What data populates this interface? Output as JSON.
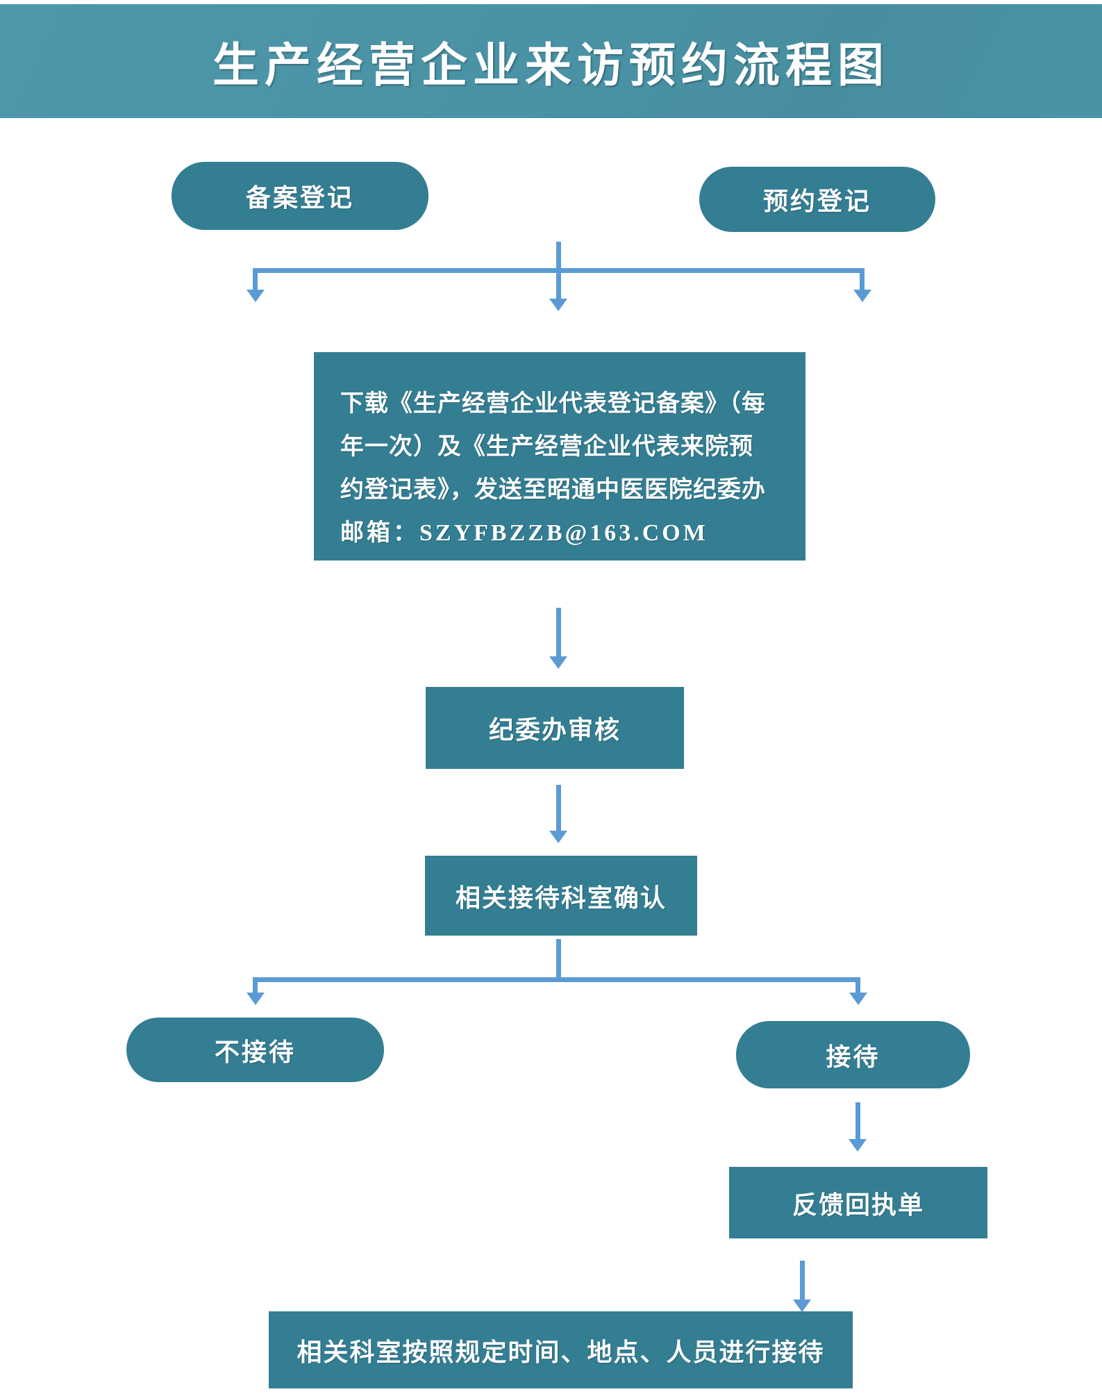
{
  "header": {
    "title": "生产经营企业来访预约流程图"
  },
  "nodes": {
    "record_registration": {
      "label": "备案登记"
    },
    "appointment_registration": {
      "label": "预约登记"
    },
    "download_instructions": {
      "lines": [
        "下载《生产经营企业代表登记备案》（每",
        "年一次）及《生产经营企业代表来院预",
        "约登记表》，发送至昭通中医医院纪委办",
        "邮箱：SZYFBZZB@163.COM"
      ]
    },
    "committee_review": {
      "label": "纪委办审核"
    },
    "reception_dept_confirm": {
      "label": "相关接待科室确认"
    },
    "no_reception": {
      "label": "不接待"
    },
    "reception": {
      "label": "接待"
    },
    "feedback_receipt": {
      "label": "反馈回执单"
    },
    "final_reception": {
      "label": "相关科室按照规定时间、地点、人员进行接待"
    }
  },
  "colors": {
    "header_bg": "#4A93A6",
    "shape_bg": "#337E93",
    "arrow_blue": "#5B9BD5",
    "text_white": "#FFFFFF",
    "page_bg": "#FFFFFF"
  }
}
